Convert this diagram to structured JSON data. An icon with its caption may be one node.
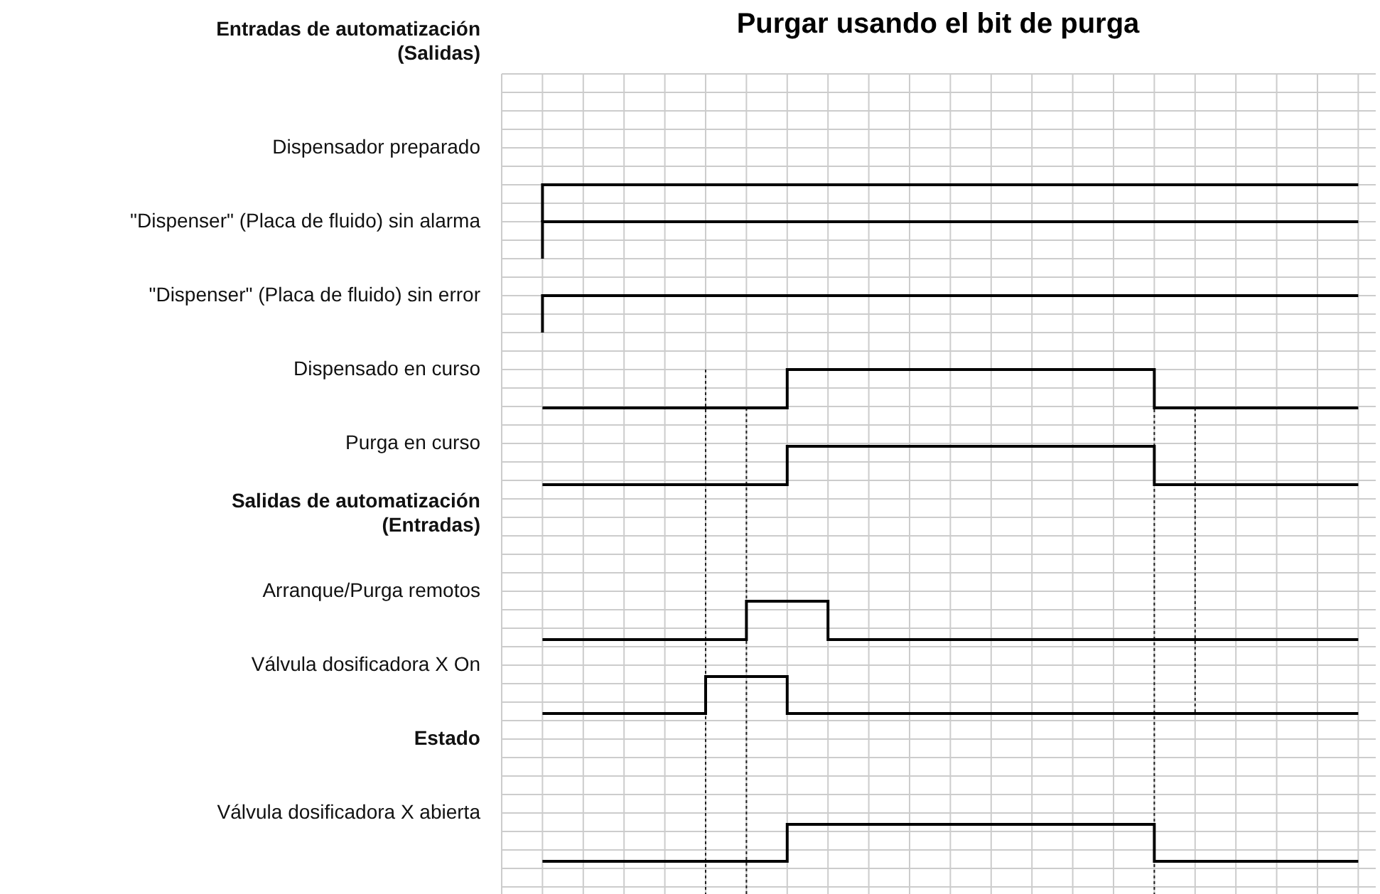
{
  "diagram": {
    "title": "Purgar usando el bit de purga",
    "labels": [
      "Entradas de automatización (Salidas)",
      "Dispensador preparado",
      "\"Dispenser\" (Placa de fluido) sin alarma",
      "\"Dispenser\" (Placa de fluido) sin error",
      "Dispensado en curso",
      "Purga en curso",
      "Salidas de automatización (Entradas)",
      "Arranque/Purga remotos",
      "Válvula dosificadora X On",
      "Estado",
      "Válvula dosificadora X abierta"
    ]
  }
}
